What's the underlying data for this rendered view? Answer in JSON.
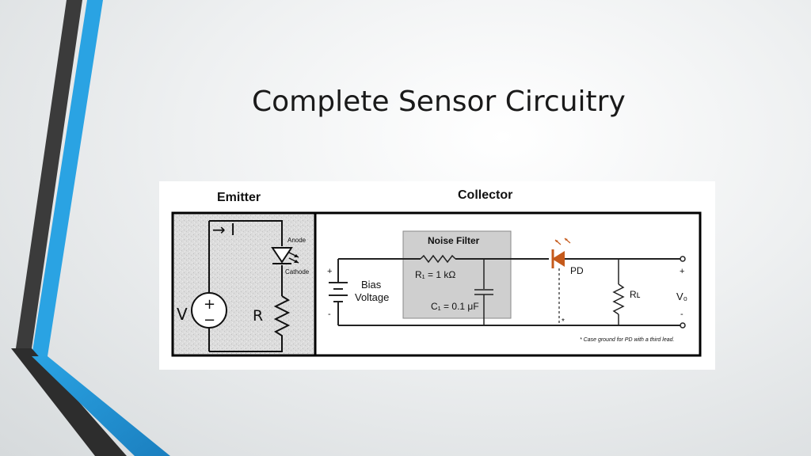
{
  "slide": {
    "title": "Complete Sensor Circuitry"
  },
  "emitter": {
    "heading": "Emitter",
    "current_label": "→ I",
    "anode_label": "Anode",
    "cathode_label": "Cathode",
    "source_label": "V",
    "source_plus": "+",
    "source_minus": "−",
    "resistor_label": "R"
  },
  "collector": {
    "heading": "Collector",
    "filter_title": "Noise Filter",
    "r1_label": "R₁ = 1 kΩ",
    "c1_label": "C₁ = 0.1 μF",
    "bias_label_line1": "Bias",
    "bias_label_line2": "Voltage",
    "bias_plus": "+",
    "bias_minus": "-",
    "pd_label": "PD",
    "rl_label": "Rʟ",
    "vo_label": "V₀",
    "vo_plus": "+",
    "vo_minus": "-",
    "ground_marker": "*",
    "footnote": "* Case ground for PD with a third lead."
  },
  "colors": {
    "accent_blue": "#2aa3e3",
    "accent_dark": "#3b3b3b",
    "photodiode": "#c55a1b",
    "filter_box": "#cfcfcf",
    "speckle_bg": "#d9d9d9"
  }
}
